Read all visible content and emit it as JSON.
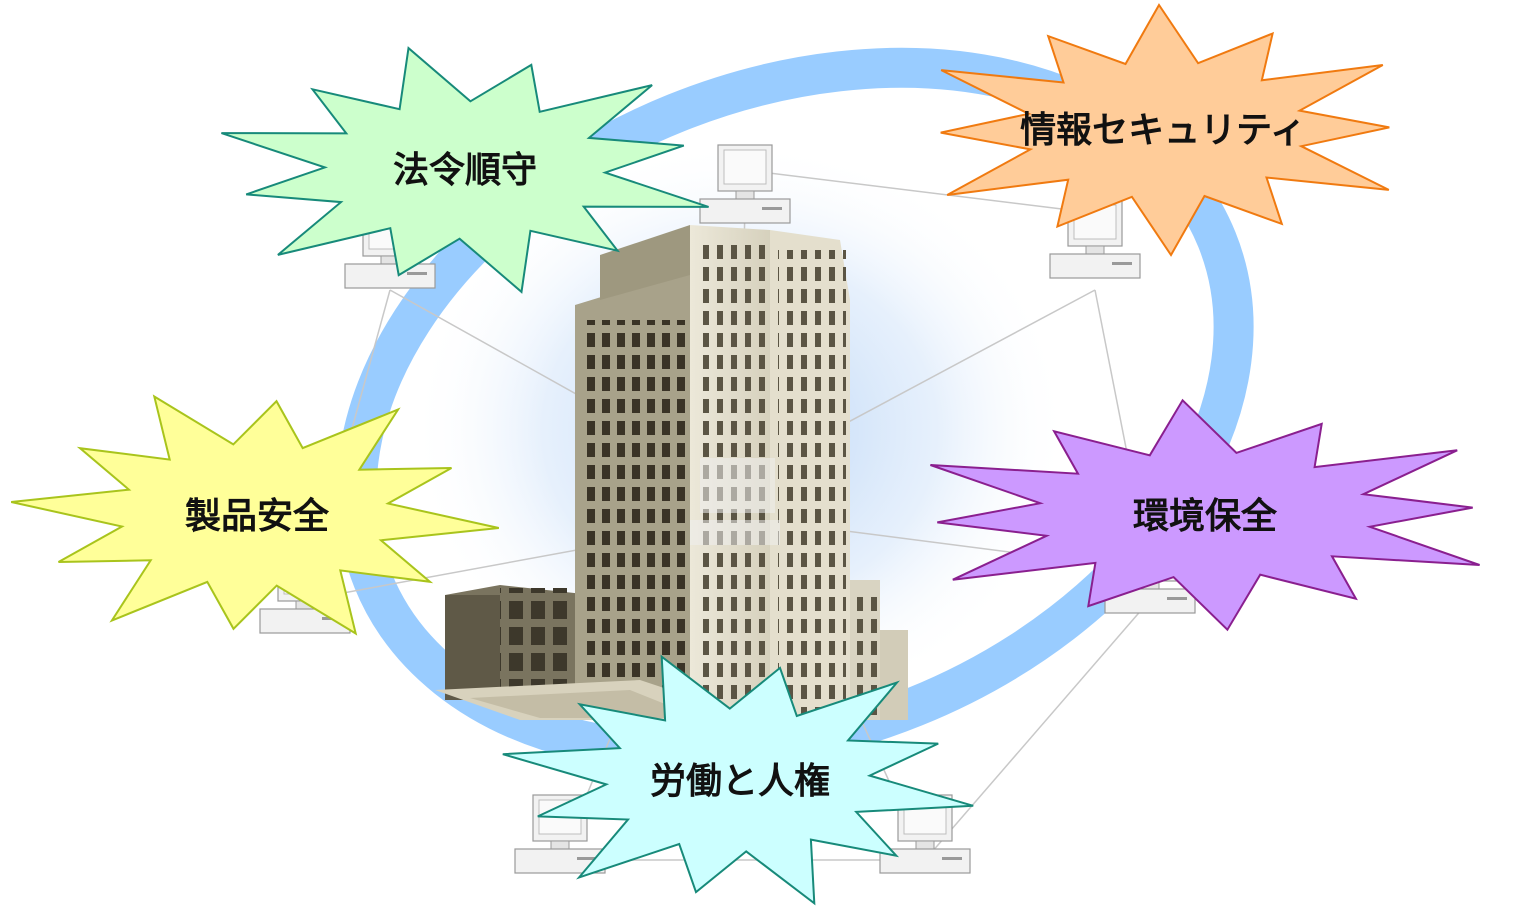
{
  "bursts": [
    {
      "label": "法令順守",
      "fill": "#ccffcc",
      "stroke": "#178a7a"
    },
    {
      "label": "情報セキュリティ",
      "fill": "#ffcc99",
      "stroke": "#f07a10"
    },
    {
      "label": "製品安全",
      "fill": "#ffff99",
      "stroke": "#a9c41c"
    },
    {
      "label": "環境保全",
      "fill": "#cc99ff",
      "stroke": "#8a1f8f"
    },
    {
      "label": "労働と人権",
      "fill": "#ccffff",
      "stroke": "#178a7a"
    }
  ],
  "colors": {
    "ring": "#99ccff",
    "network_line": "#c8c8c8",
    "computer": "#f2f2f2"
  },
  "icons": {
    "center": "office-building-icon",
    "nodes": "desktop-computer-icon"
  }
}
